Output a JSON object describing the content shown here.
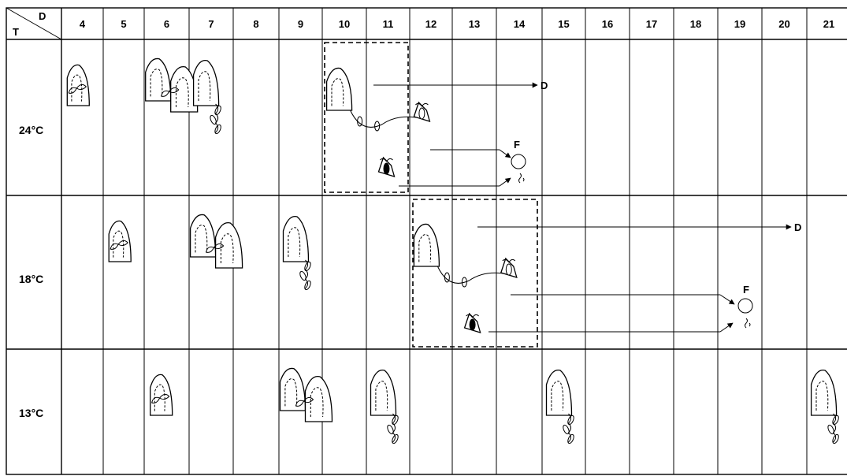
{
  "corner": {
    "row_symbol": "T",
    "col_symbol": "D"
  },
  "columns": [
    "4",
    "5",
    "6",
    "7",
    "8",
    "9",
    "10",
    "11",
    "12",
    "13",
    "14",
    "15",
    "16",
    "17",
    "18",
    "19",
    "20",
    "21"
  ],
  "rows": [
    {
      "label": "24°C"
    },
    {
      "label": "18°C"
    },
    {
      "label": "13°C"
    }
  ],
  "markers": {
    "dead": "D",
    "fertile": "F"
  },
  "stages": [
    {
      "row": 0,
      "type": "budding",
      "col": "4"
    },
    {
      "row": 0,
      "type": "twin",
      "col": "6"
    },
    {
      "row": 0,
      "type": "germling",
      "col": "7"
    },
    {
      "row": 0,
      "type": "germling-tip",
      "col": "10"
    },
    {
      "row": 0,
      "type": "organ",
      "col": "12"
    },
    {
      "row": 0,
      "type": "organ-filled",
      "col": "11"
    },
    {
      "row": 1,
      "type": "budding",
      "col": "5"
    },
    {
      "row": 1,
      "type": "twin",
      "col": "7"
    },
    {
      "row": 1,
      "type": "germling",
      "col": "9"
    },
    {
      "row": 1,
      "type": "germling-tip",
      "col": "12"
    },
    {
      "row": 1,
      "type": "organ",
      "col": "14"
    },
    {
      "row": 1,
      "type": "organ-filled",
      "col": "13"
    },
    {
      "row": 2,
      "type": "budding",
      "col": "6"
    },
    {
      "row": 2,
      "type": "twin",
      "col": "9"
    },
    {
      "row": 2,
      "type": "germling",
      "col": "11"
    },
    {
      "row": 2,
      "type": "germling",
      "col": "15"
    },
    {
      "row": 2,
      "type": "germling",
      "col": "21"
    }
  ]
}
